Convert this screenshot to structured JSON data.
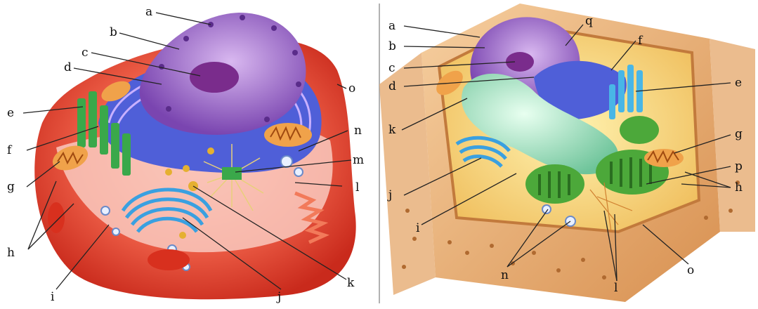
{
  "animal_cell": {
    "labels": [
      "a",
      "b",
      "c",
      "d",
      "e",
      "f",
      "g",
      "h",
      "i",
      "j",
      "k",
      "l",
      "m",
      "n",
      "o"
    ]
  },
  "plant_cell": {
    "labels": [
      "a",
      "b",
      "c",
      "d",
      "e",
      "f",
      "g",
      "h",
      "i",
      "j",
      "k",
      "l",
      "n",
      "o",
      "p",
      "q"
    ]
  },
  "colors": {
    "cytoplasm_red": "#e8402c",
    "nucleus_purple": "#9b6cc7",
    "er_blue": "#3a4fd6",
    "golgi_cyan": "#49b6e6",
    "mitochondria_orange": "#f0a24a",
    "centrosome_green": "#38a84a",
    "vacuole_green": "#a8dcc0",
    "chloroplast_green": "#4ca83a",
    "cell_wall_tan": "#e0a56c"
  }
}
